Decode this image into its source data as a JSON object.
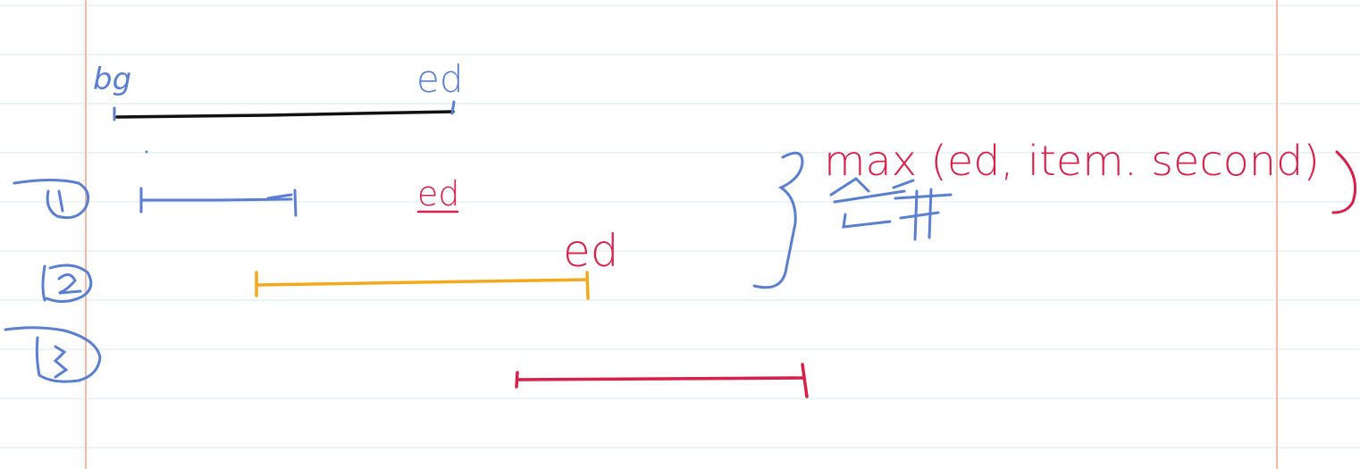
{
  "colors": {
    "paper": "#ffffff",
    "rule_line": "#d9e8ee",
    "margin_line": "#f4b9a6",
    "blue": "#5a7fd0",
    "black": "#111111",
    "red": "#d6204a",
    "orange": "#f4a81c"
  },
  "labels": {
    "bg": "bg",
    "ed_top": "ed",
    "ed_row1": "ed",
    "ed_row2": "ed",
    "max_expr": "max (ed, item. second)",
    "circle_1": "1",
    "circle_2": "2",
    "circle_3": "3",
    "merge_glyph": "合并"
  },
  "icons": {
    "brace": "right-curly-brace-icon"
  }
}
